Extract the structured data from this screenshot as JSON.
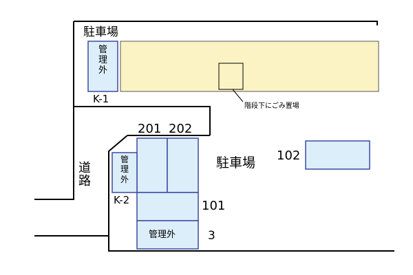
{
  "colors": {
    "line": "#000000",
    "building_fill": "#dceefa",
    "building_stroke": "#3b4aa0",
    "trash_area_fill": "#fbf3c4",
    "trash_area_stroke": "#555555",
    "background": "#ffffff"
  },
  "labels": {
    "parking_top": "駐車場",
    "parking_right": "駐車場",
    "road": [
      "道",
      "路"
    ],
    "k1": "K-1",
    "k2": "K-2",
    "unmanaged_top": [
      "管",
      "理",
      "外"
    ],
    "unmanaged_left": [
      "管",
      "理",
      "外"
    ],
    "unmanaged_bottom": "管理外",
    "trash": "階段下にごみ置場",
    "room_201": "201",
    "room_202": "202",
    "room_101": "101",
    "room_102": "102",
    "room_3": "3"
  }
}
